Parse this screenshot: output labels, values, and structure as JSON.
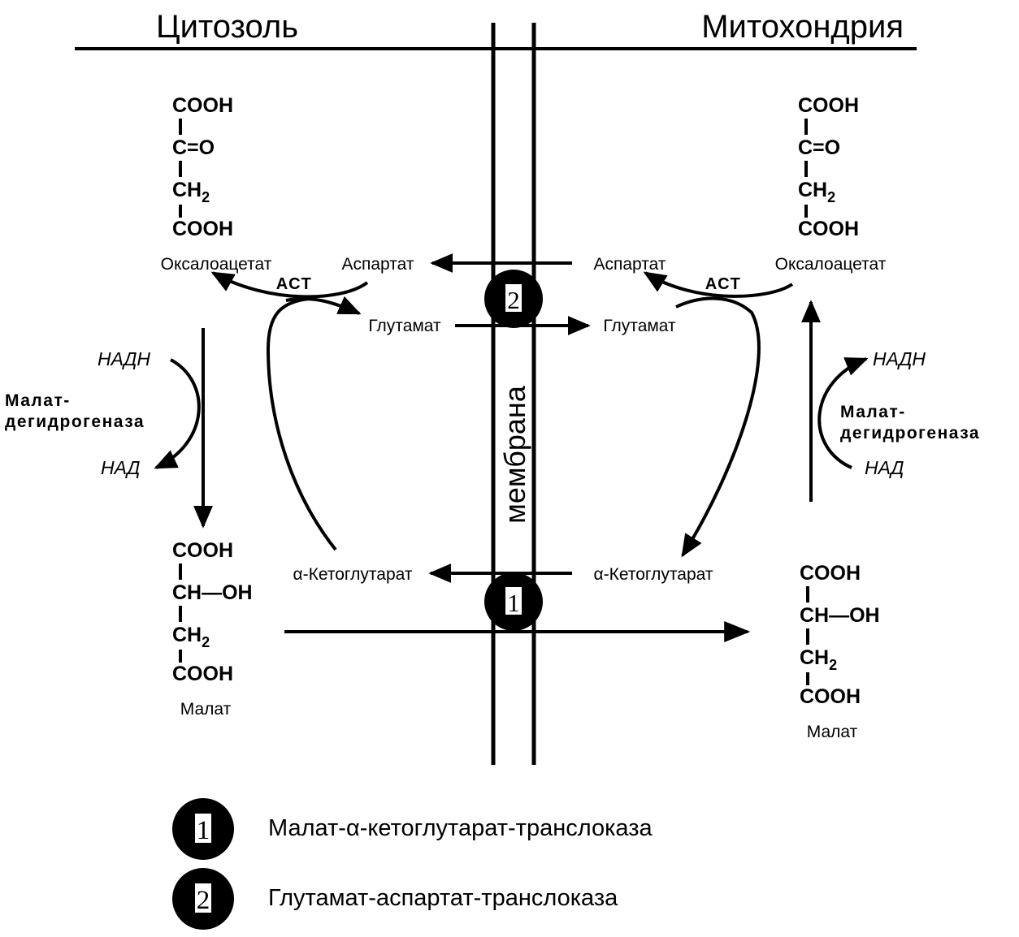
{
  "headers": {
    "cytosol": "Цитозоль",
    "mitochondria": "Митохондрия"
  },
  "membrane_label": "мембрана",
  "structures": {
    "oxaloacetate": {
      "cooh_top": "COOH",
      "carbonyl": "C=O",
      "ch2": "CH",
      "ch2_sub": "2",
      "cooh_bottom": "COOH"
    },
    "malate": {
      "cooh_top": "COOH",
      "choh": "CH—OH",
      "ch2": "CH",
      "ch2_sub": "2",
      "cooh_bottom": "COOH"
    }
  },
  "cytosol": {
    "oxaloacetate": "Оксалоацетат",
    "aspartate": "Аспартат",
    "ast": "АСТ",
    "glutamate": "Глутамат",
    "nadh": "НАДН",
    "nad": "НАД",
    "enzyme_line1": "Малат-",
    "enzyme_line2": "дегидрогеназа",
    "malate": "Малат",
    "ketoglutarate": "α-Кетоглутарат"
  },
  "mitochondria": {
    "oxaloacetate": "Оксалоацетат",
    "aspartate": "Аспартат",
    "ast": "АСТ",
    "glutamate": "Глутамат",
    "nadh": "НАДН",
    "nad": "НАД",
    "enzyme_line1": "Малат-",
    "enzyme_line2": "дегидрогеназа",
    "malate": "Малат",
    "ketoglutarate": "α-Кетоглутарат"
  },
  "transporters": {
    "t1": {
      "number": "1",
      "legend": "Малат-α-кетоглутарат-транслоказа"
    },
    "t2": {
      "number": "2",
      "legend": "Глутамат-аспартат-транслоказа"
    }
  }
}
